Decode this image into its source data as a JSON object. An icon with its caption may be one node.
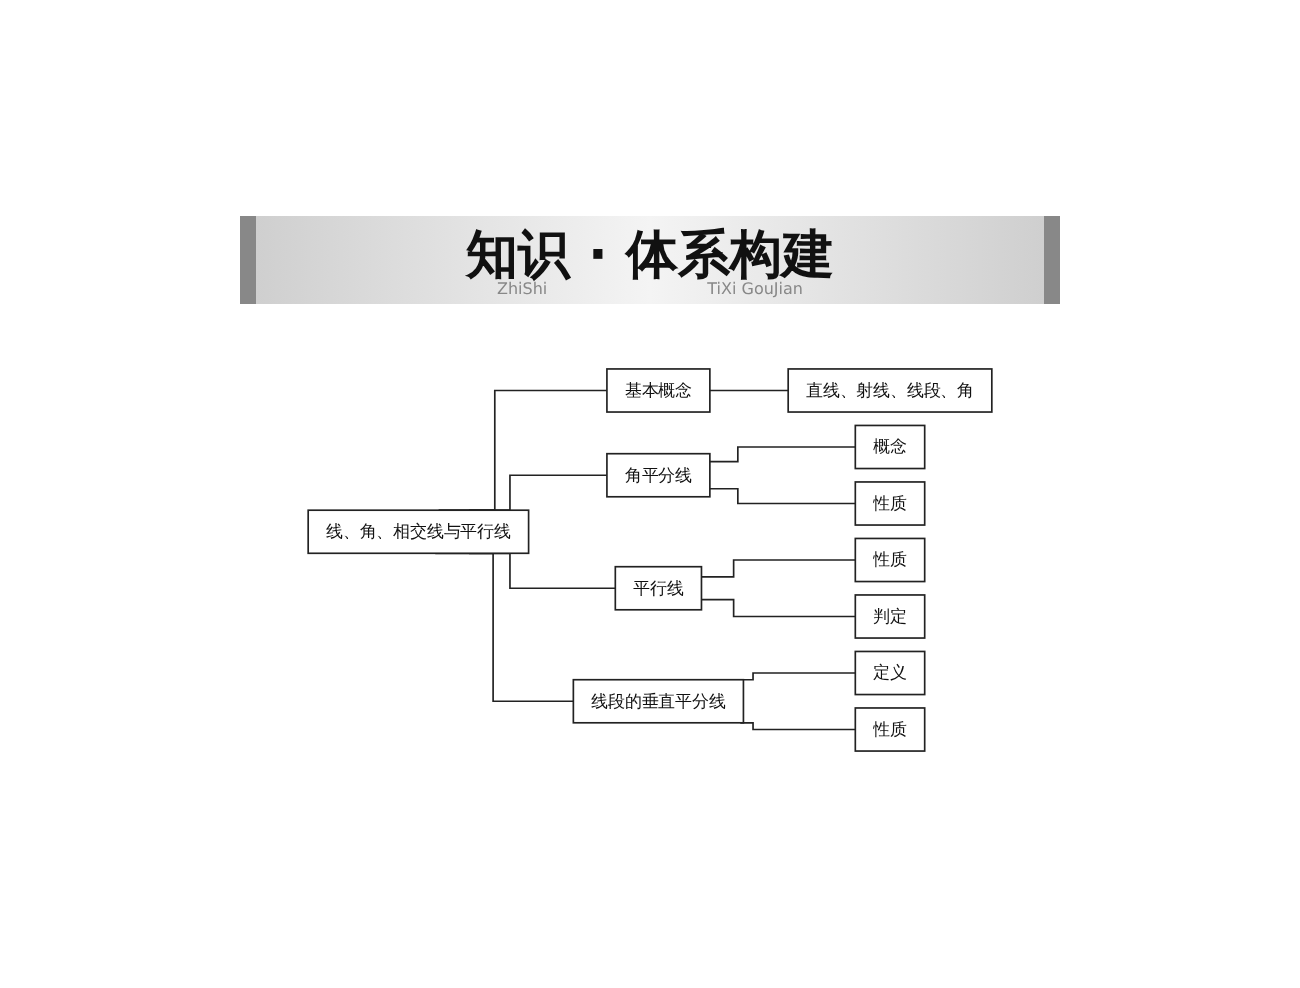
{
  "diagram": {
    "title": "知识 · 体系构建",
    "nodes": [
      {
        "text": [
          "线、角、相交线与平行线"
        ]
      },
      {
        "text": [
          "基本概念"
        ]
      },
      {
        "text": [
          "直线、射线、线段、角"
        ]
      },
      {
        "text": [
          "角平分线"
        ]
      },
      {
        "text": [
          "概念"
        ]
      },
      {
        "text": [
          "性质"
        ]
      },
      {
        "text": [
          "平行线"
        ]
      },
      {
        "text": [
          "性质"
        ]
      },
      {
        "text": [
          "判定"
        ]
      },
      {
        "text": [
          "线段的垂直平分线"
        ]
      },
      {
        "text": [
          "定义"
        ]
      },
      {
        "text": [
          "性质"
        ]
      }
    ],
    "edges": [
      {
        "from": 0,
        "to": 1,
        "arrow": "none"
      },
      {
        "from": 1,
        "to": 2,
        "arrow": "none"
      },
      {
        "from": 0,
        "to": 3,
        "arrow": "none"
      },
      {
        "from": 3,
        "to": 4,
        "arrow": "none"
      },
      {
        "from": 3,
        "to": 5,
        "arrow": "none"
      },
      {
        "from": 0,
        "to": 6,
        "arrow": "none"
      },
      {
        "from": 6,
        "to": 7,
        "arrow": "none"
      },
      {
        "from": 6,
        "to": 8,
        "arrow": "none"
      },
      {
        "from": 0,
        "to": 9,
        "arrow": "none"
      },
      {
        "from": 9,
        "to": 10,
        "arrow": "none"
      },
      {
        "from": 9,
        "to": 11,
        "arrow": "none"
      }
    ],
    "labels": [
      "ZhiShi",
      "TiXi GouJian"
    ]
  }
}
